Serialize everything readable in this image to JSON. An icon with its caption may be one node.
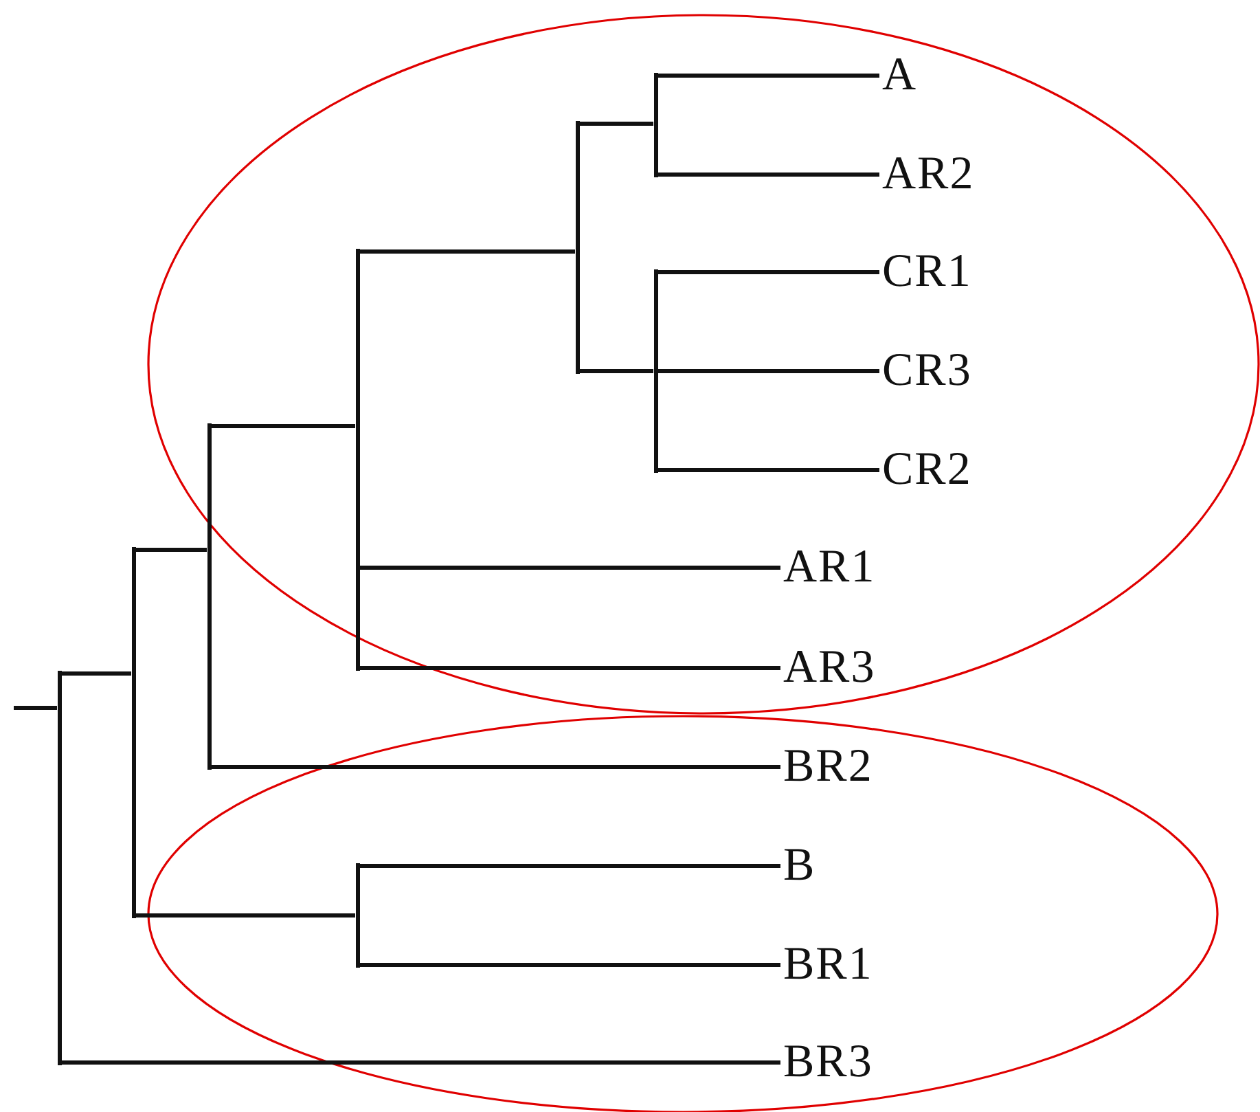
{
  "diagram": {
    "nodes": [
      {
        "text": [],
        "shape": "bar"
      },
      {
        "text": [],
        "shape": "bar"
      },
      {
        "text": [],
        "shape": "bar"
      },
      {
        "text": [],
        "shape": "bar"
      },
      {
        "text": [],
        "shape": "bar"
      },
      {
        "text": [],
        "shape": "bar"
      },
      {
        "text": [],
        "shape": "bar"
      },
      {
        "text": [],
        "shape": "bar"
      },
      {
        "text": [
          "A"
        ]
      },
      {
        "text": [
          "AR2"
        ]
      },
      {
        "text": [
          "CR1"
        ]
      },
      {
        "text": [
          "CR3"
        ]
      },
      {
        "text": [
          "CR2"
        ]
      },
      {
        "text": [
          "AR1"
        ]
      },
      {
        "text": [
          "AR3"
        ]
      },
      {
        "text": [
          "BR2"
        ]
      },
      {
        "text": [
          "B"
        ]
      },
      {
        "text": [
          "BR1"
        ]
      },
      {
        "text": [
          "BR3"
        ]
      }
    ],
    "edges": [
      {
        "from": null,
        "to": 0,
        "arrow": "none"
      },
      {
        "from": 0,
        "to": 1,
        "arrow": "none"
      },
      {
        "from": 0,
        "to": 18,
        "arrow": "none"
      },
      {
        "from": 1,
        "to": 2,
        "arrow": "none"
      },
      {
        "from": 1,
        "to": 4,
        "arrow": "none"
      },
      {
        "from": 2,
        "to": 3,
        "arrow": "none"
      },
      {
        "from": 2,
        "to": 15,
        "arrow": "none"
      },
      {
        "from": 3,
        "to": 5,
        "arrow": "none"
      },
      {
        "from": 3,
        "to": 13,
        "arrow": "none"
      },
      {
        "from": 3,
        "to": 14,
        "arrow": "none"
      },
      {
        "from": 4,
        "to": 16,
        "arrow": "none"
      },
      {
        "from": 4,
        "to": 17,
        "arrow": "none"
      },
      {
        "from": 5,
        "to": 6,
        "arrow": "none"
      },
      {
        "from": 5,
        "to": 7,
        "arrow": "none"
      },
      {
        "from": 6,
        "to": 8,
        "arrow": "none"
      },
      {
        "from": 6,
        "to": 9,
        "arrow": "none"
      },
      {
        "from": 7,
        "to": 10,
        "arrow": "none"
      },
      {
        "from": 7,
        "to": 11,
        "arrow": "none"
      },
      {
        "from": 7,
        "to": 12,
        "arrow": "none"
      }
    ]
  }
}
